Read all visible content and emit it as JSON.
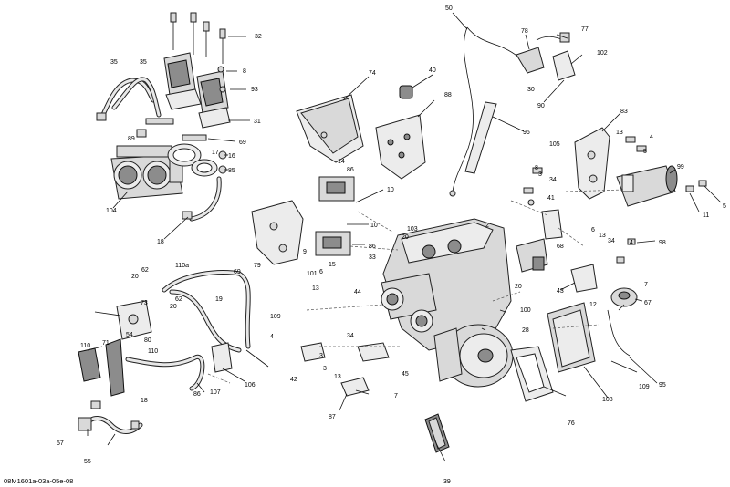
{
  "reference_code": "08M1601a-03a-05e-08",
  "callouts": [
    "50",
    "77",
    "78",
    "102",
    "30",
    "90",
    "32",
    "40",
    "74",
    "88",
    "96",
    "35",
    "35",
    "8",
    "93",
    "89",
    "31",
    "69",
    "105",
    "83",
    "13",
    "4",
    "5",
    "99",
    "17",
    "16",
    "85",
    "14",
    "86",
    "10",
    "104",
    "10",
    "103",
    "20",
    "41",
    "3",
    "34",
    "8",
    "5",
    "11",
    "98",
    "18",
    "79",
    "9",
    "101",
    "15",
    "33",
    "86",
    "2",
    "6",
    "13",
    "34",
    "68",
    "7",
    "4",
    "62",
    "110a",
    "69",
    "20",
    "13",
    "6",
    "44",
    "20",
    "43",
    "67",
    "73",
    "62",
    "20",
    "19",
    "100",
    "109",
    "12",
    "54",
    "71",
    "80",
    "110",
    "4",
    "3",
    "34",
    "28",
    "106",
    "107",
    "86",
    "110",
    "42",
    "3",
    "13",
    "45",
    "7",
    "108",
    "109",
    "95",
    "18",
    "57",
    "55",
    "87",
    "76",
    "39"
  ]
}
